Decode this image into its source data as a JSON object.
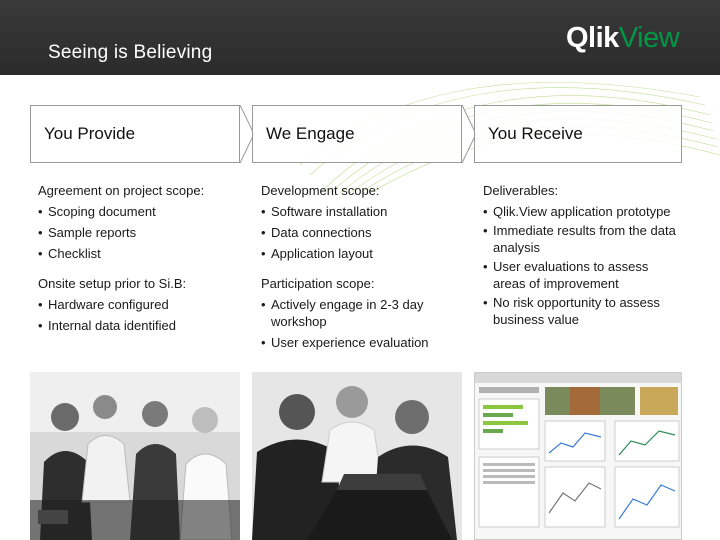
{
  "header": {
    "title": "Seeing is Believing",
    "logo_primary": "Qlik",
    "logo_secondary": "View",
    "logo_colors": {
      "primary": "#ffffff",
      "secondary": "#009845"
    },
    "background": "#2f2f2f"
  },
  "columns": [
    {
      "heading": "You Provide",
      "groups": [
        {
          "lead": "Agreement on project scope:",
          "bullets": [
            "Scoping document",
            "Sample reports",
            "Checklist"
          ]
        },
        {
          "lead": "Onsite setup prior to Si.B:",
          "bullets": [
            "Hardware configured",
            "Internal data identified"
          ]
        }
      ],
      "image": "business-team-photo"
    },
    {
      "heading": "We Engage",
      "groups": [
        {
          "lead": "Development scope:",
          "bullets": [
            "Software installation",
            "Data connections",
            "Application layout"
          ]
        },
        {
          "lead": "Participation scope:",
          "bullets": [
            "Actively engage in 2-3 day workshop",
            "User experience evaluation"
          ]
        }
      ],
      "image": "team-at-laptop-photo"
    },
    {
      "heading": "You Receive",
      "groups": [
        {
          "lead": "Deliverables:",
          "bullets": [
            "Qlik.View application prototype",
            "Immediate results from the data analysis",
            "User evaluations to assess areas of improvement",
            "No risk opportunity to assess business value"
          ]
        }
      ],
      "image": "qlikview-dashboard-screenshot"
    }
  ],
  "colors": {
    "accent_green": "#8cc63f",
    "border": "#9a9a9a"
  }
}
